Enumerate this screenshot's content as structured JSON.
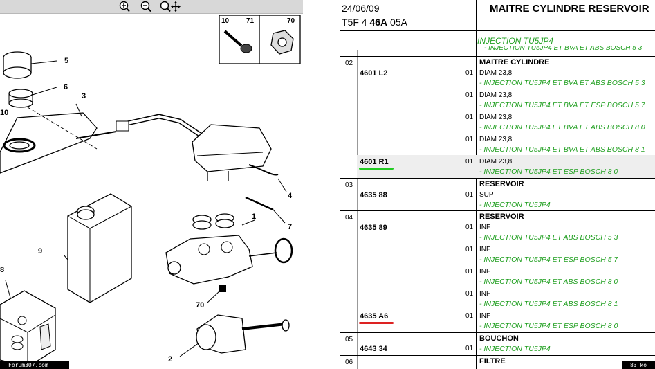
{
  "viewer": {
    "zoom_in_label": "+",
    "zoom_out_label": "−",
    "callouts": [
      "5",
      "6",
      "3",
      "10",
      "1",
      "4",
      "7",
      "9",
      "8",
      "70",
      "2"
    ],
    "inset_codes": [
      "10",
      "71",
      "70"
    ],
    "forum_tag": "Forum307.com",
    "size_tag": "83 ko"
  },
  "header": {
    "date": "24/06/09",
    "code_prefix": "T5F 4 ",
    "code_bold": "46A",
    "code_suffix": " 05A",
    "title": "MAITRE CYLINDRE RESERVOIR"
  },
  "section": {
    "green_title": "INJECTION TU5JP4",
    "cut_line": "- INJECTION TU5JP4 ET BVA ET ABS BOSCH 5 3"
  },
  "rows": [
    {
      "num": "02",
      "title": "MAITRE CYLINDRE",
      "parts": [
        "4601 L2",
        "4601 R1"
      ],
      "entries": [
        {
          "qty": "01",
          "desc": "DIAM 23,8",
          "note": "- INJECTION TU5JP4 ET BVA ET ABS BOSCH 5 3"
        },
        {
          "qty": "01",
          "desc": "DIAM 23,8",
          "note": "- INJECTION TU5JP4 ET BVA ET ESP BOSCH 5 7"
        },
        {
          "qty": "01",
          "desc": "DIAM 23,8",
          "note": "- INJECTION TU5JP4 ET BVA ET ABS BOSCH 8 0"
        },
        {
          "qty": "01",
          "desc": "DIAM 23,8",
          "note": "- INJECTION TU5JP4 ET BVA ET ABS BOSCH 8 1"
        },
        {
          "qty": "01",
          "desc": "DIAM 23,8",
          "note": "- INJECTION TU5JP4 ET ESP BOSCH 8 0"
        }
      ]
    },
    {
      "num": "03",
      "title": "RESERVOIR",
      "parts": [
        "4635 88"
      ],
      "entries": [
        {
          "qty": "01",
          "desc": "SUP",
          "note": "- INJECTION TU5JP4"
        }
      ]
    },
    {
      "num": "04",
      "title": "RESERVOIR",
      "parts": [
        "4635 89",
        "4635 A6"
      ],
      "entries": [
        {
          "qty": "01",
          "desc": "INF",
          "note": "- INJECTION TU5JP4 ET ABS BOSCH 5 3"
        },
        {
          "qty": "01",
          "desc": "INF",
          "note": "- INJECTION TU5JP4 ET ESP BOSCH 5 7"
        },
        {
          "qty": "01",
          "desc": "INF",
          "note": "- INJECTION TU5JP4 ET ABS BOSCH 8 0"
        },
        {
          "qty": "01",
          "desc": "INF",
          "note": "- INJECTION TU5JP4 ET ABS BOSCH 8 1"
        },
        {
          "qty": "01",
          "desc": "INF",
          "note": "- INJECTION TU5JP4 ET ESP BOSCH 8 0"
        }
      ]
    },
    {
      "num": "05",
      "title": "BOUCHON",
      "parts": [
        "4643 34"
      ],
      "entries": [
        {
          "qty": "01",
          "desc": "",
          "note": "- INJECTION TU5JP4"
        }
      ]
    },
    {
      "num": "06",
      "title": "FILTRE",
      "parts": [],
      "entries": []
    }
  ],
  "colors": {
    "note_green": "#22a022",
    "highlight_green": "#22cc22",
    "highlight_red": "#dd2222"
  }
}
